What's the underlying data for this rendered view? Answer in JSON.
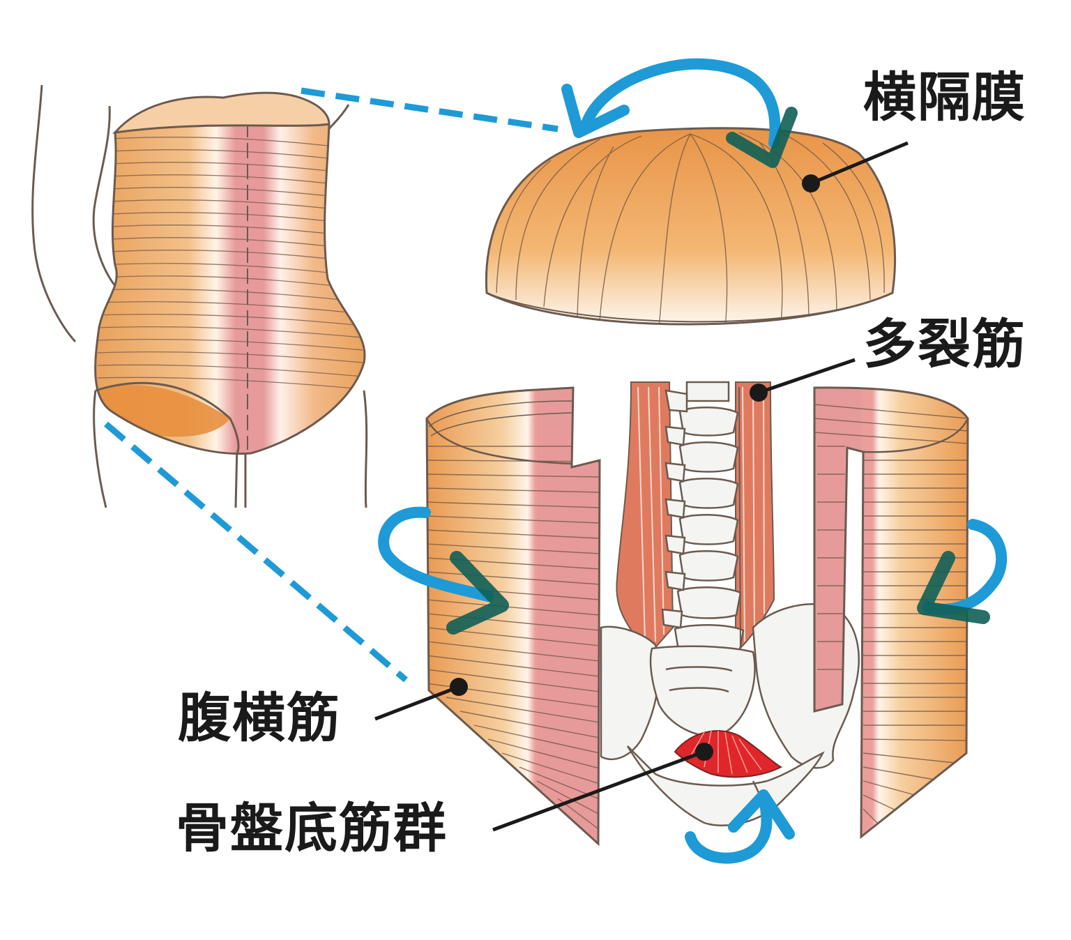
{
  "labels": {
    "diaphragm": "横隔膜",
    "multifidus": "多裂筋",
    "transversus_abdominis": "腹横筋",
    "pelvic_floor": "骨盤底筋群"
  },
  "colors": {
    "muscle_orange": "#e8a05a",
    "muscle_light": "#f6cfa0",
    "muscle_pink": "#e79a9a",
    "muscle_red": "#d9534f",
    "pelvic_red": "#e0262b",
    "outline": "#6b5a4e",
    "arrow_blue": "#1e9ad6",
    "arrow_teal": "#0f5f57",
    "bone": "#f4f4f2",
    "leader_line": "#1a1a1a"
  }
}
